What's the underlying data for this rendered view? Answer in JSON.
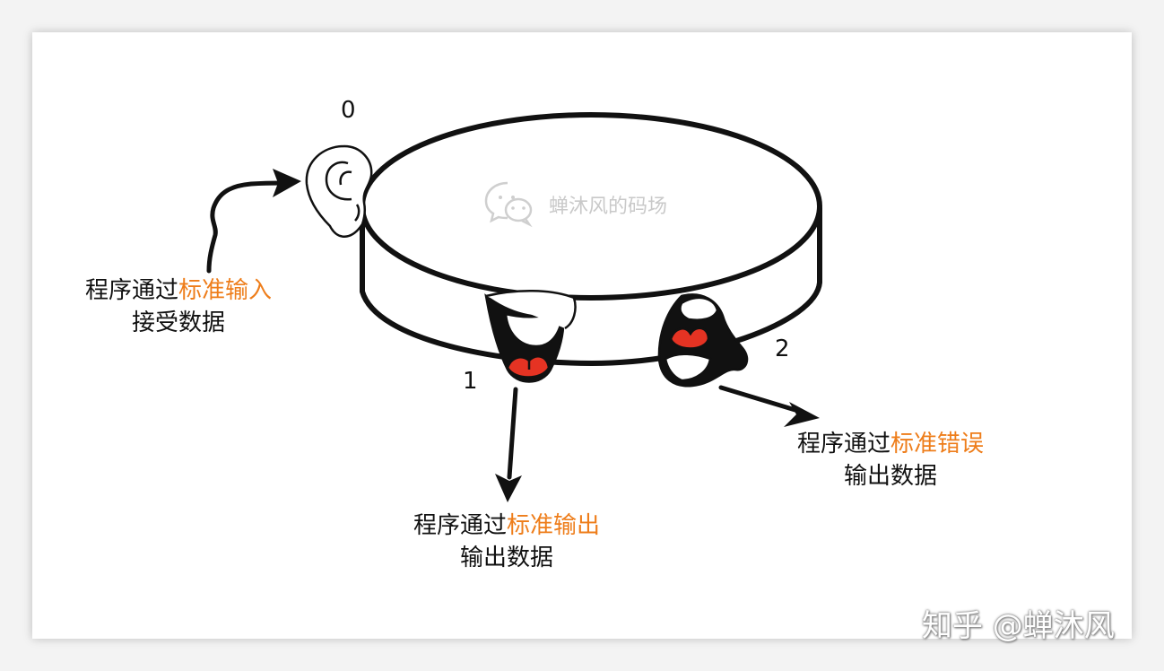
{
  "descriptors": {
    "stdin": "0",
    "stdout": "1",
    "stderr": "2"
  },
  "labels": {
    "stdin": {
      "prefix": "程序通过",
      "highlight": "标准输入",
      "line2": "接受数据"
    },
    "stdout": {
      "prefix": "程序通过",
      "highlight": "标准输出",
      "line2": "输出数据"
    },
    "stderr": {
      "prefix": "程序通过",
      "highlight": "标准错误",
      "line2": "输出数据"
    }
  },
  "watermark": {
    "text": "蝉沐风的码场",
    "icon": "wechat-icon"
  },
  "credit": "知乎 @蝉沐风",
  "colors": {
    "highlight": "#ee7d1a",
    "tongue": "#e53323",
    "outline": "#111111",
    "watermark": "#c9c9c9"
  }
}
